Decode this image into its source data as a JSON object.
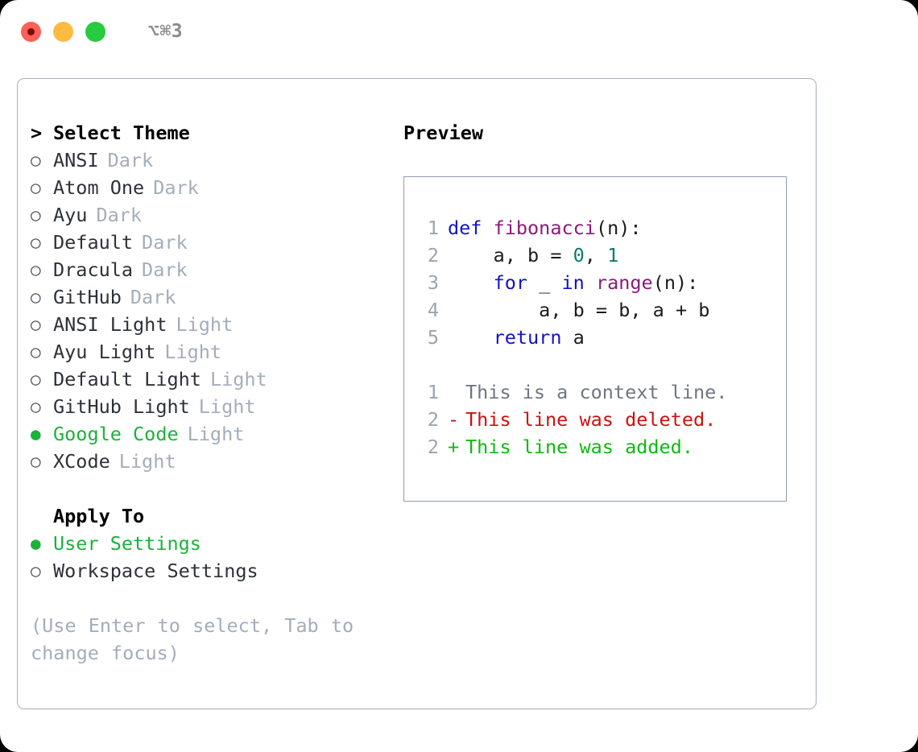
{
  "window": {
    "shortcut_hint": "⌥⌘3",
    "traffic_lights": [
      "close-red",
      "minimize-yellow",
      "maximize-green"
    ]
  },
  "theme_panel": {
    "header_caret": ">",
    "header_label": "Select Theme",
    "marker_unselected": "○",
    "marker_selected": "●",
    "items": [
      {
        "name": "ANSI",
        "variant": "Dark",
        "selected": false
      },
      {
        "name": "Atom One",
        "variant": "Dark",
        "selected": false
      },
      {
        "name": "Ayu",
        "variant": "Dark",
        "selected": false
      },
      {
        "name": "Default",
        "variant": "Dark",
        "selected": false
      },
      {
        "name": "Dracula",
        "variant": "Dark",
        "selected": false
      },
      {
        "name": "GitHub",
        "variant": "Dark",
        "selected": false
      },
      {
        "name": "ANSI Light",
        "variant": "Light",
        "selected": false
      },
      {
        "name": "Ayu Light",
        "variant": "Light",
        "selected": false
      },
      {
        "name": "Default Light",
        "variant": "Light",
        "selected": false
      },
      {
        "name": "GitHub Light",
        "variant": "Light",
        "selected": false
      },
      {
        "name": "Google Code",
        "variant": "Light",
        "selected": true
      },
      {
        "name": "XCode",
        "variant": "Light",
        "selected": false
      }
    ]
  },
  "apply_to": {
    "header_label": "Apply To",
    "options": [
      {
        "name": "User Settings",
        "selected": true
      },
      {
        "name": "Workspace Settings",
        "selected": false
      }
    ]
  },
  "help": {
    "text": "(Use Enter to select, Tab to change focus)"
  },
  "preview": {
    "header_label": "Preview",
    "code_lines": [
      {
        "lineno": "1",
        "tokens": [
          {
            "t": "def ",
            "k": "kw"
          },
          {
            "t": "fibonacci",
            "k": "fn"
          },
          {
            "t": "(n):",
            "k": "plain"
          }
        ]
      },
      {
        "lineno": "2",
        "tokens": [
          {
            "t": "    a, b = ",
            "k": "plain"
          },
          {
            "t": "0",
            "k": "num"
          },
          {
            "t": ", ",
            "k": "plain"
          },
          {
            "t": "1",
            "k": "num"
          }
        ]
      },
      {
        "lineno": "3",
        "tokens": [
          {
            "t": "    ",
            "k": "plain"
          },
          {
            "t": "for",
            "k": "kw"
          },
          {
            "t": " _ ",
            "k": "plain"
          },
          {
            "t": "in",
            "k": "kw"
          },
          {
            "t": " ",
            "k": "plain"
          },
          {
            "t": "range",
            "k": "fn"
          },
          {
            "t": "(n):",
            "k": "plain"
          }
        ]
      },
      {
        "lineno": "4",
        "tokens": [
          {
            "t": "        a, b = b, a + b",
            "k": "plain"
          }
        ]
      },
      {
        "lineno": "5",
        "tokens": [
          {
            "t": "    ",
            "k": "plain"
          },
          {
            "t": "return",
            "k": "kw"
          },
          {
            "t": " a",
            "k": "plain"
          }
        ]
      }
    ],
    "diff_lines": [
      {
        "lineno": "1",
        "marker": " ",
        "text": "This is a context line.",
        "kind": "context"
      },
      {
        "lineno": "2",
        "marker": "-",
        "text": "This line was deleted.",
        "kind": "del"
      },
      {
        "lineno": "2",
        "marker": "+",
        "text": "This line was added.",
        "kind": "add"
      }
    ]
  },
  "colors": {
    "accent_green": "#1bb23a",
    "muted": "#a4adba",
    "keyword": "#1313c4",
    "function": "#8c1a7d",
    "number": "#0c7a70",
    "diff_add": "#10b910",
    "diff_del": "#cc1111",
    "panel_border": "#a3aebd",
    "preview_border": "#8e9bac"
  }
}
